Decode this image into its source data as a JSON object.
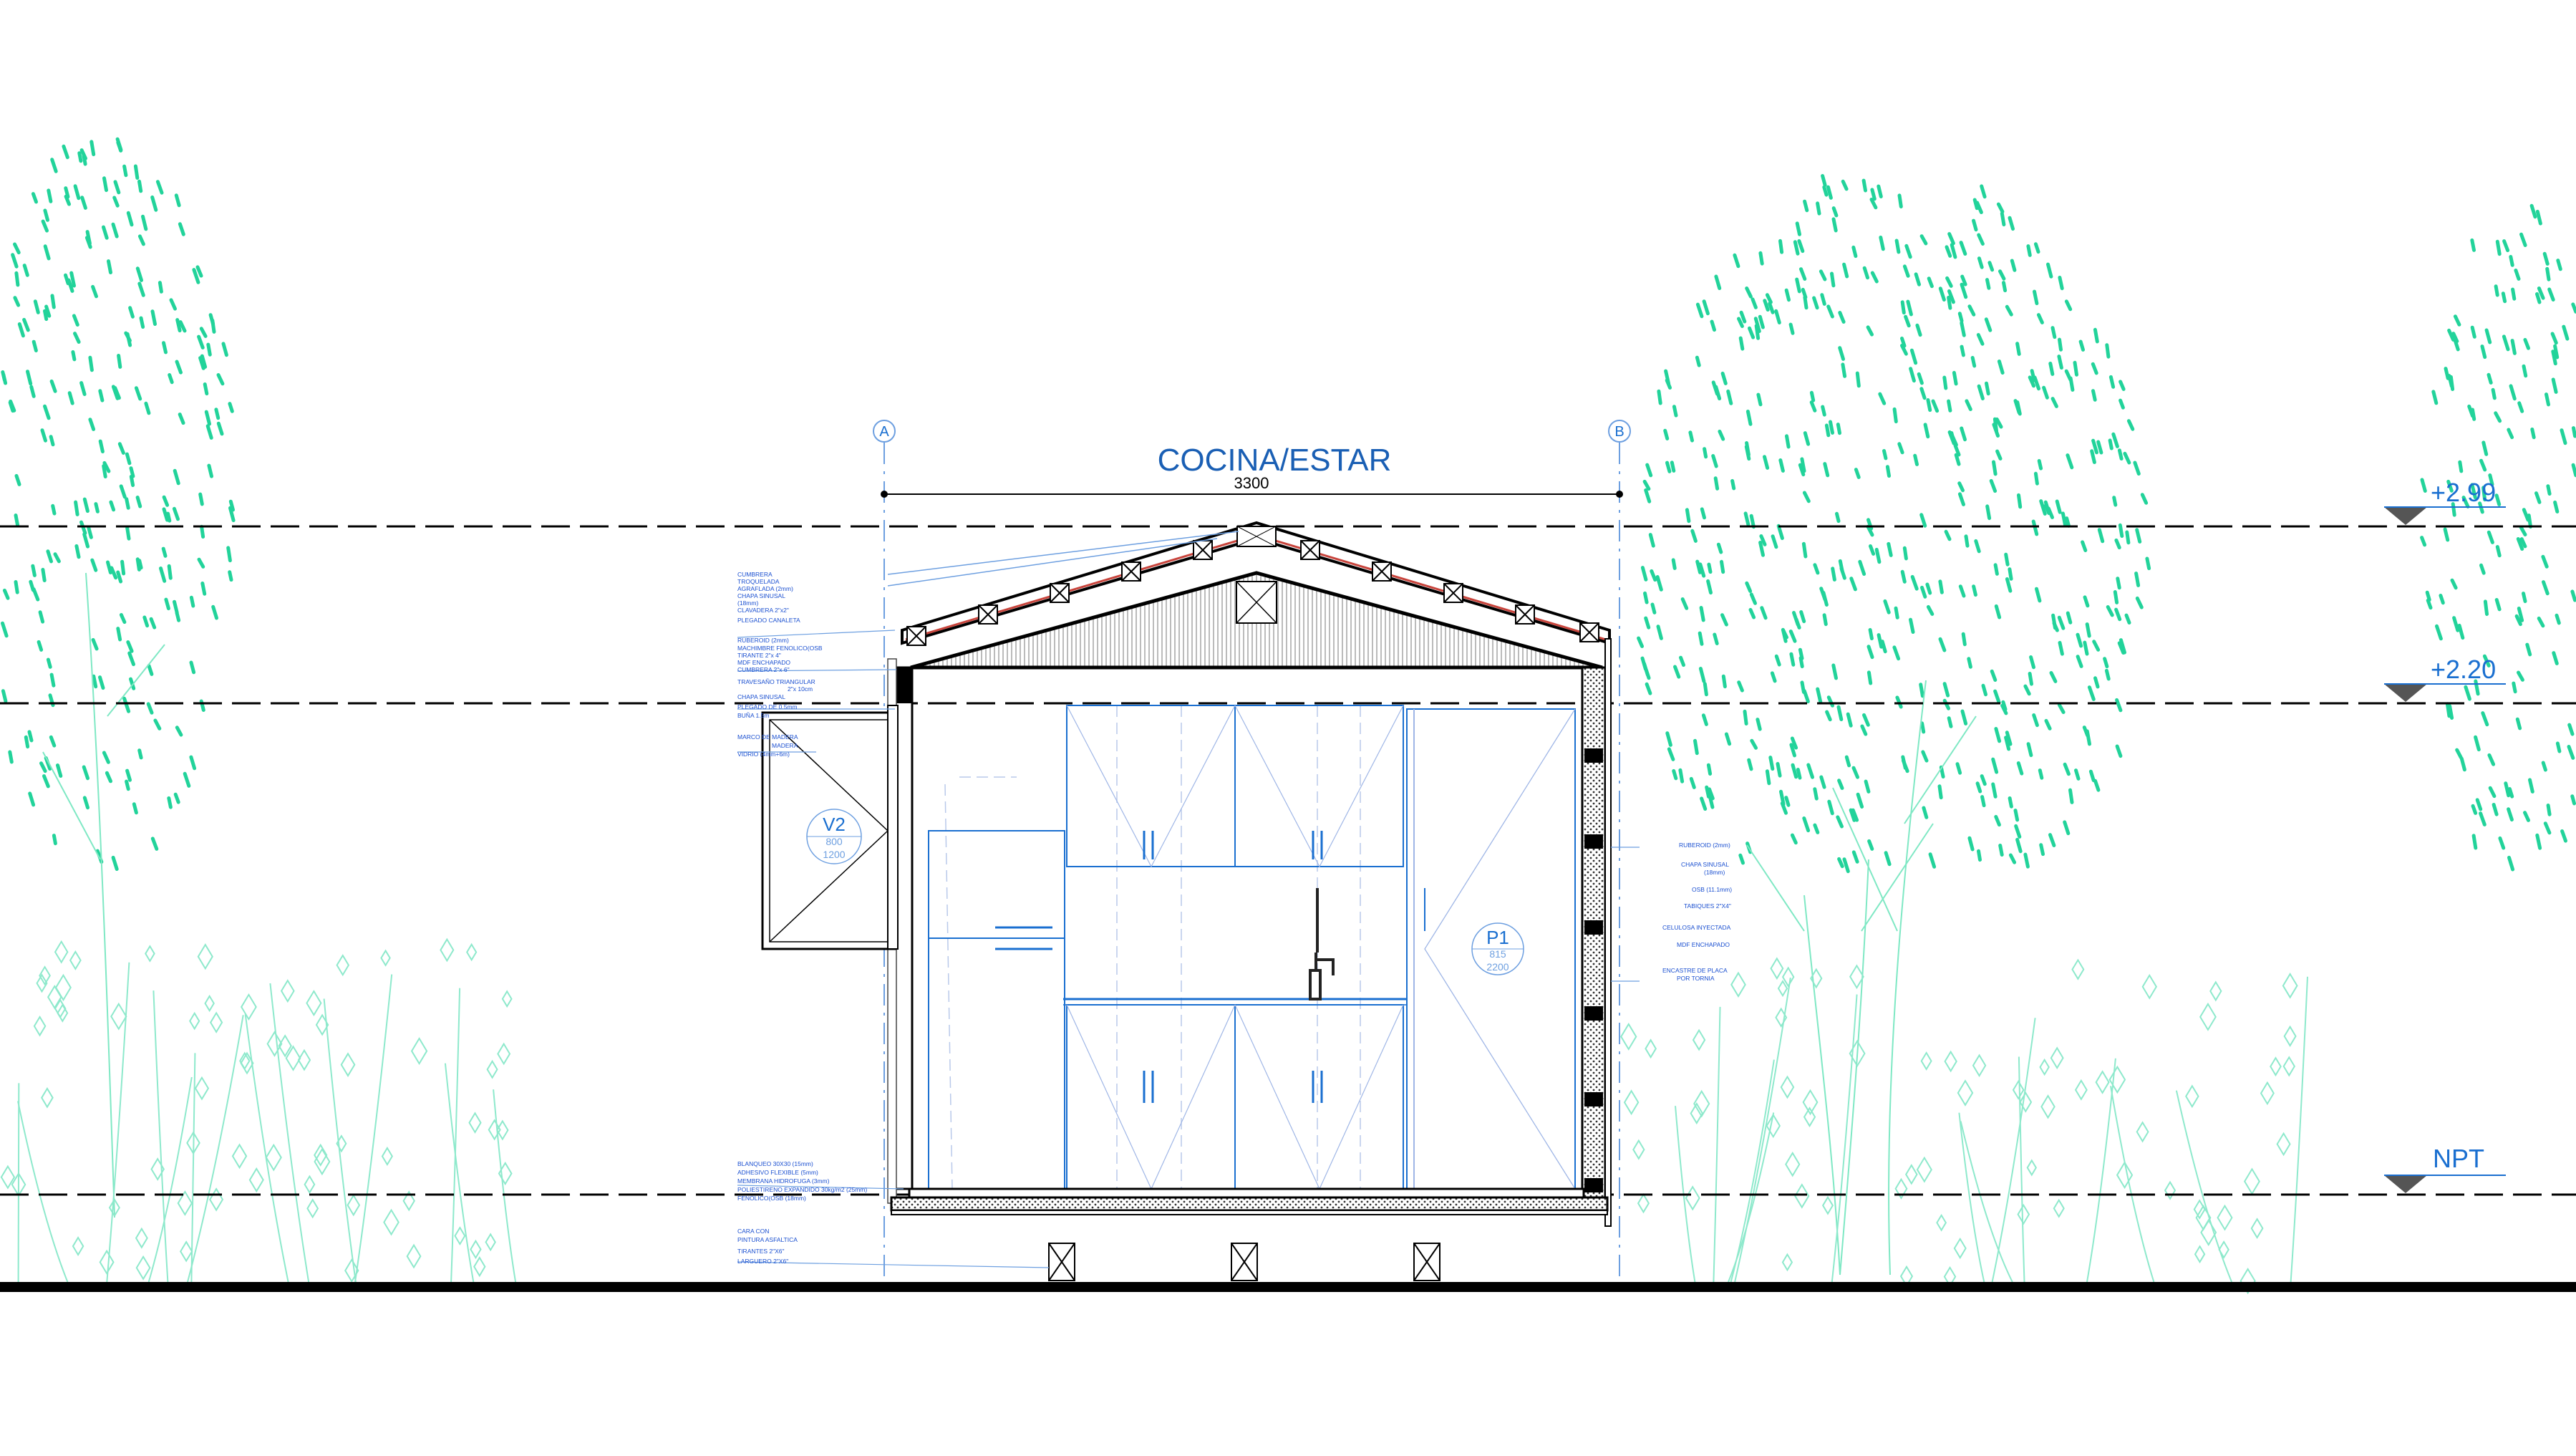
{
  "drawing": {
    "room_title": "COCINA/ESTAR",
    "span_dimension": "3300",
    "axis_left": "A",
    "axis_right": "B",
    "levels": [
      "+2.99",
      "+2.20",
      "NPT"
    ],
    "window_tag": {
      "code": "V2",
      "line1": "800",
      "line2": "1200"
    },
    "door_tag": {
      "code": "P1",
      "line1": "815",
      "line2": "2200"
    }
  },
  "notes": {
    "roof": [
      "CUMBRERA",
      "TROQUELADA",
      "AGRAFLADA (2mm)",
      "CHAPA SINUSAL",
      "(18mm)",
      "CLAVADERA 2\"x2\"",
      "PLEGADO CANALETA",
      "RUBEROID (2mm)",
      "MACHIMBRE FENOLICO(OSB",
      "TIRANTE 2\"x 4\"",
      "MDF ENCHAPADO",
      "CUMBRERA 2\"x 6\""
    ],
    "eave": [
      "TRAVESAÑO TRIANGULAR",
      "2\"x 10cm",
      "CHAPA SINUSAL",
      "PLEGADO DE 0.5mm",
      "BUÑA 1.5m"
    ],
    "window": [
      "MARCO DE MADERA",
      "MADERA",
      "VIDRIO (4mm+6m)"
    ],
    "floor": [
      "BLANQUEO 30X30 (15mm)",
      "ADHESIVO FLEXIBLE (5mm)",
      "MEMBRANA HIDROFUGA (3mm)",
      "POLIESTIRENO EXPANDIDO 30kg/m2 (25mm)",
      "FENOLICO(OSB (18mm)"
    ],
    "base": [
      "CARA CON",
      "PINTURA ASFALTICA",
      "TIRANTES 2\"X6\"",
      "LARGUERO 2\"X6\""
    ],
    "wall": [
      "RUBEROID (2mm)",
      "CHAPA SINUSAL",
      "(18mm)",
      "OSB (11.1mm)",
      "TABIQUES 2\"X4\"",
      "CELULOSA INYECTADA",
      "MDF ENCHAPADO",
      "ENCASTRE DE PLACA",
      "POR TORNIA"
    ]
  },
  "colors": {
    "vegetation": "#22d39a",
    "annotation": "#1a6fd0",
    "roof_membrane": "#c8443c",
    "linework": "#000000"
  }
}
